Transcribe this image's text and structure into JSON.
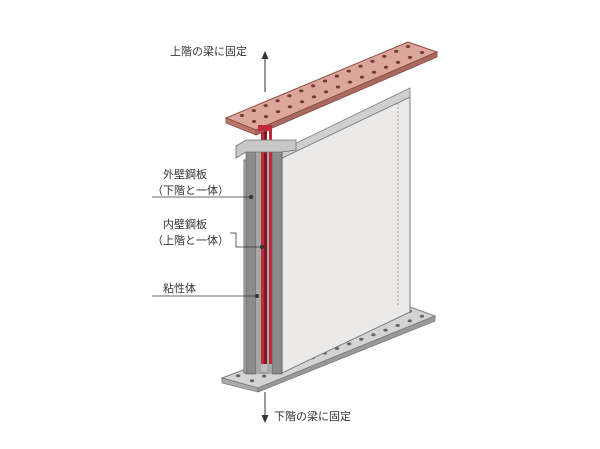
{
  "arrows": {
    "top": "上階の梁に固定",
    "bottom": "下階の梁に固定"
  },
  "labels": {
    "outer_plate": {
      "line1": "外壁鋼板",
      "line2": "（下階と一体）"
    },
    "inner_plate": {
      "line1": "内壁鋼板",
      "line2": "（上階と一体）"
    },
    "viscous": {
      "line1": "粘性体"
    }
  },
  "colors": {
    "top_flange": "#d9a499",
    "top_flange_edge": "#8c4a40",
    "inner_plate": "#c0283c",
    "wall_face": "#ecebea",
    "wall_edge": "#7e7e7e",
    "steel_dark": "#8b8b8b",
    "steel_light": "#d6d6d6",
    "leader": "#333333"
  }
}
